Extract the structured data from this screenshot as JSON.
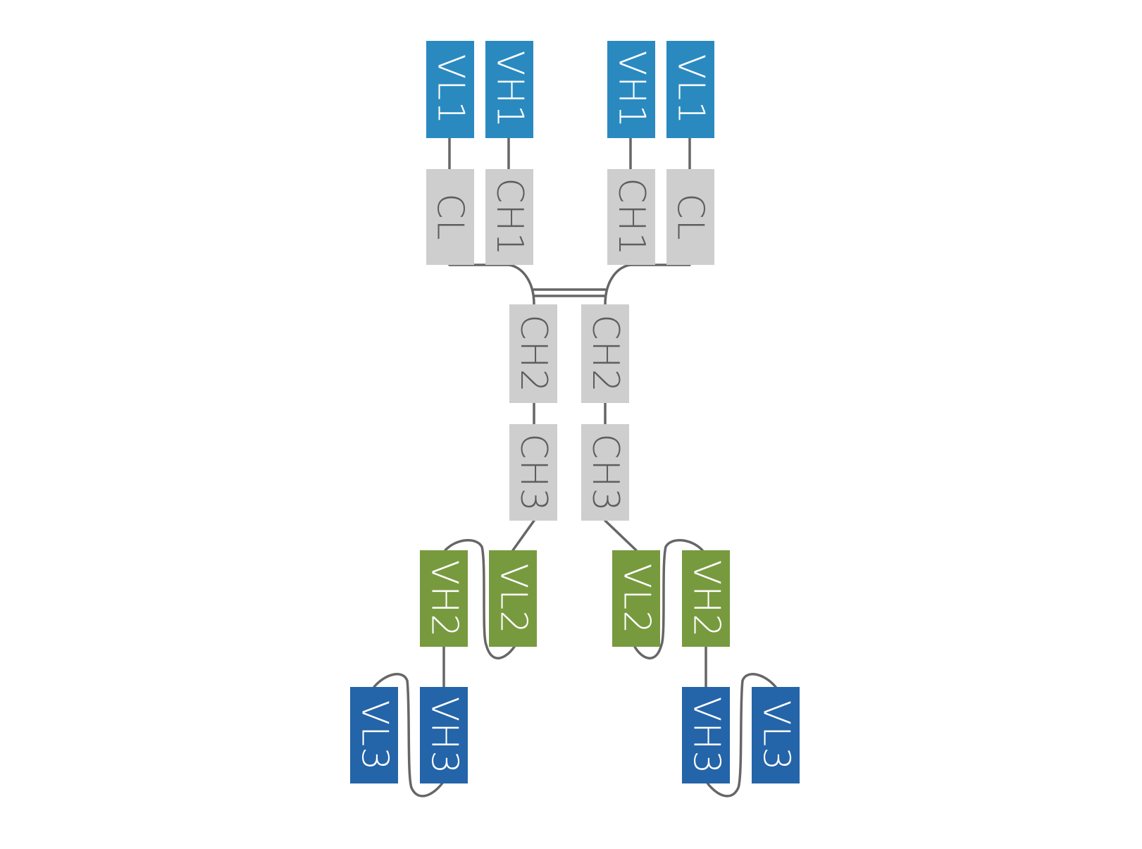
{
  "colors": {
    "variable_top": "#2a8ac0",
    "variable_bottom": "#2464a8",
    "variable_middle": "#789a3f",
    "constant": "#cecece",
    "linker": "#666666",
    "light_text": "#ffffff",
    "dark_text": "#5e5e5e"
  },
  "domains": {
    "vl1_left": "VL1",
    "vh1_left": "VH1",
    "vh1_right": "VH1",
    "vl1_right": "VL1",
    "cl_left": "CL",
    "ch1_left": "CH1",
    "ch1_right": "CH1",
    "cl_right": "CL",
    "ch2_left": "CH2",
    "ch2_right": "CH2",
    "ch3_left": "CH3",
    "ch3_right": "CH3",
    "vh2_left": "VH2",
    "vl2_left": "VL2",
    "vl2_right": "VL2",
    "vh2_right": "VH2",
    "vl3_left": "VL3",
    "vh3_left": "VH3",
    "vh3_right": "VH3",
    "vl3_right": "VL3"
  }
}
